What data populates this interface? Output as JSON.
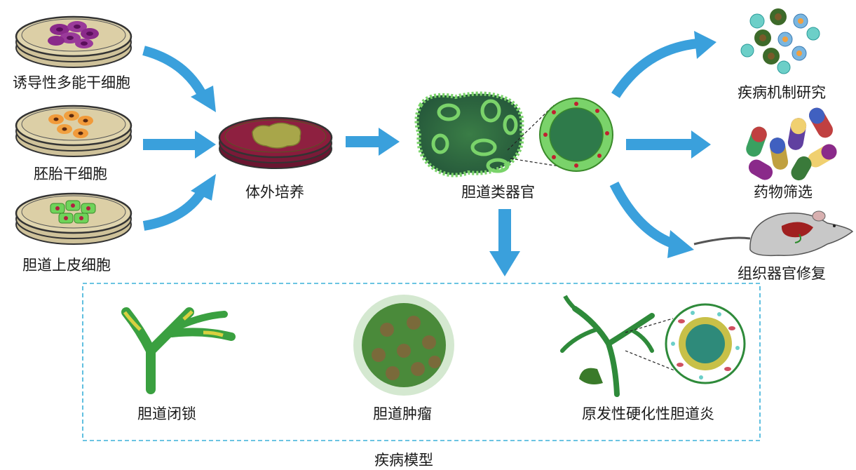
{
  "sources": {
    "ipsc": "诱导性多能干细胞",
    "esc": "胚胎干细胞",
    "epithelial": "胆道上皮细胞"
  },
  "culture": "体外培养",
  "organoid": "胆道类器官",
  "applications": {
    "mechanism": "疾病机制研究",
    "screening": "药物筛选",
    "repair": "组织器官修复"
  },
  "disease_models": {
    "title": "疾病模型",
    "atresia": "胆道闭锁",
    "tumor": "胆道肿瘤",
    "psc": "原发性硬化性胆道炎"
  },
  "colors": {
    "arrow": "#3aa0dc",
    "dashed_box": "#3ab0d8",
    "dish_rim": "#3a3a3a",
    "dish_fill": "#d8cba0",
    "culture_medium": "#8a1c3c",
    "organoid_green": "#2e6e3e",
    "organoid_light": "#7ad36a"
  }
}
